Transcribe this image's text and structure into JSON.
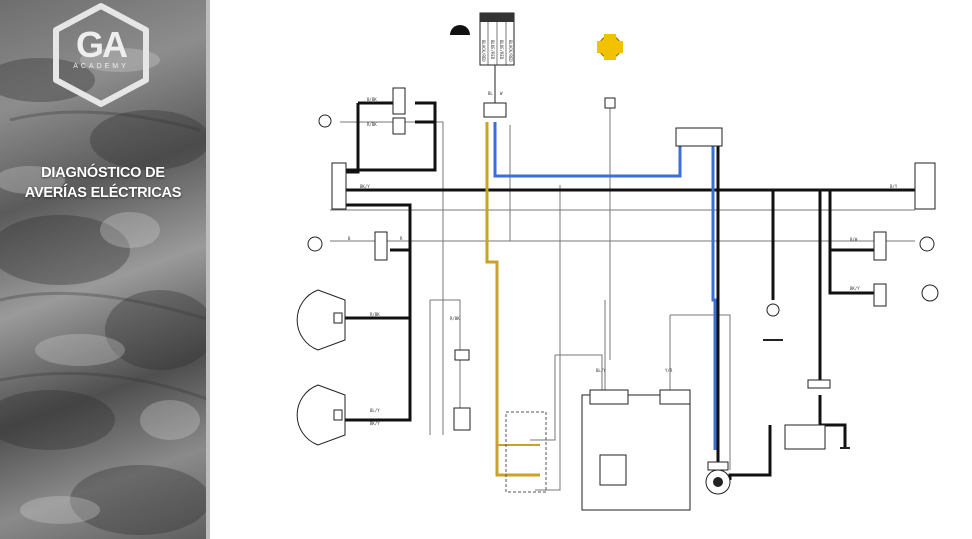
{
  "sidebar": {
    "logo": {
      "mark": "GA",
      "text": "ACADEMY"
    },
    "title_line1": "DIAGNÓSTICO DE",
    "title_line2": "AVERÍAS ELÉCTRICAS"
  },
  "colors": {
    "yellow_wire": "#c9a227",
    "blue_wire": "#3c6fd6",
    "bulb": "#f2c200",
    "black_wire": "#111111",
    "grey_wire": "#777777"
  },
  "diagram": {
    "wire_labels": [
      "B/BK",
      "R/BK",
      "BK/Y",
      "B",
      "R",
      "R/BK",
      "BL/Y",
      "BK/Y",
      "B/Y",
      "R/BK",
      "BL/Y",
      "Y/R",
      "B/W",
      "BK/Y",
      "BL",
      "W"
    ],
    "connector_labels": [
      "BLACK/RED",
      "BLUE/RED",
      "BLUE/RED",
      "BLACK/RED"
    ]
  }
}
